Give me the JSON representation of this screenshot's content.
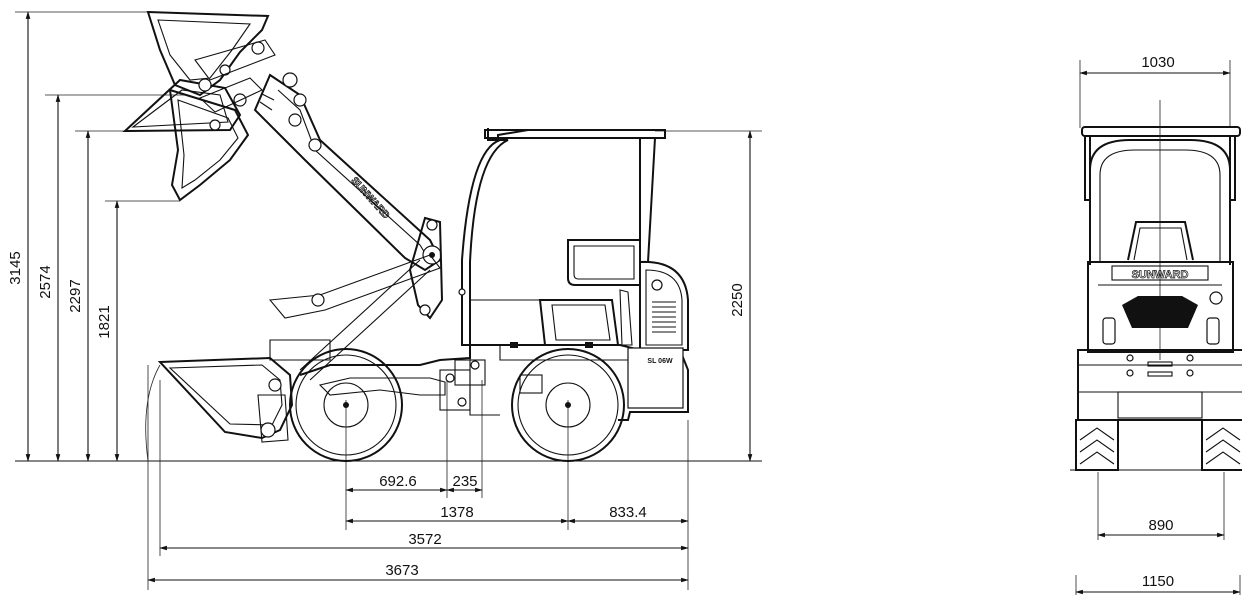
{
  "side_view": {
    "brand_boom": "SUNWARD",
    "cab_badge": "SL 06W",
    "dims": {
      "h_max_lift": "3145",
      "h_pin": "2574",
      "h_dump": "2297",
      "h_reach": "1821",
      "h_cab": "2250",
      "d_6926": "692.6",
      "d_235": "235",
      "wheelbase": "1378",
      "rear_overhang": "833.4",
      "length_ground": "3572",
      "length_total": "3673"
    }
  },
  "front_view": {
    "brand": "SUNWARD",
    "dims": {
      "canopy_width": "1030",
      "track_width": "890",
      "overall_width": "1150"
    }
  }
}
